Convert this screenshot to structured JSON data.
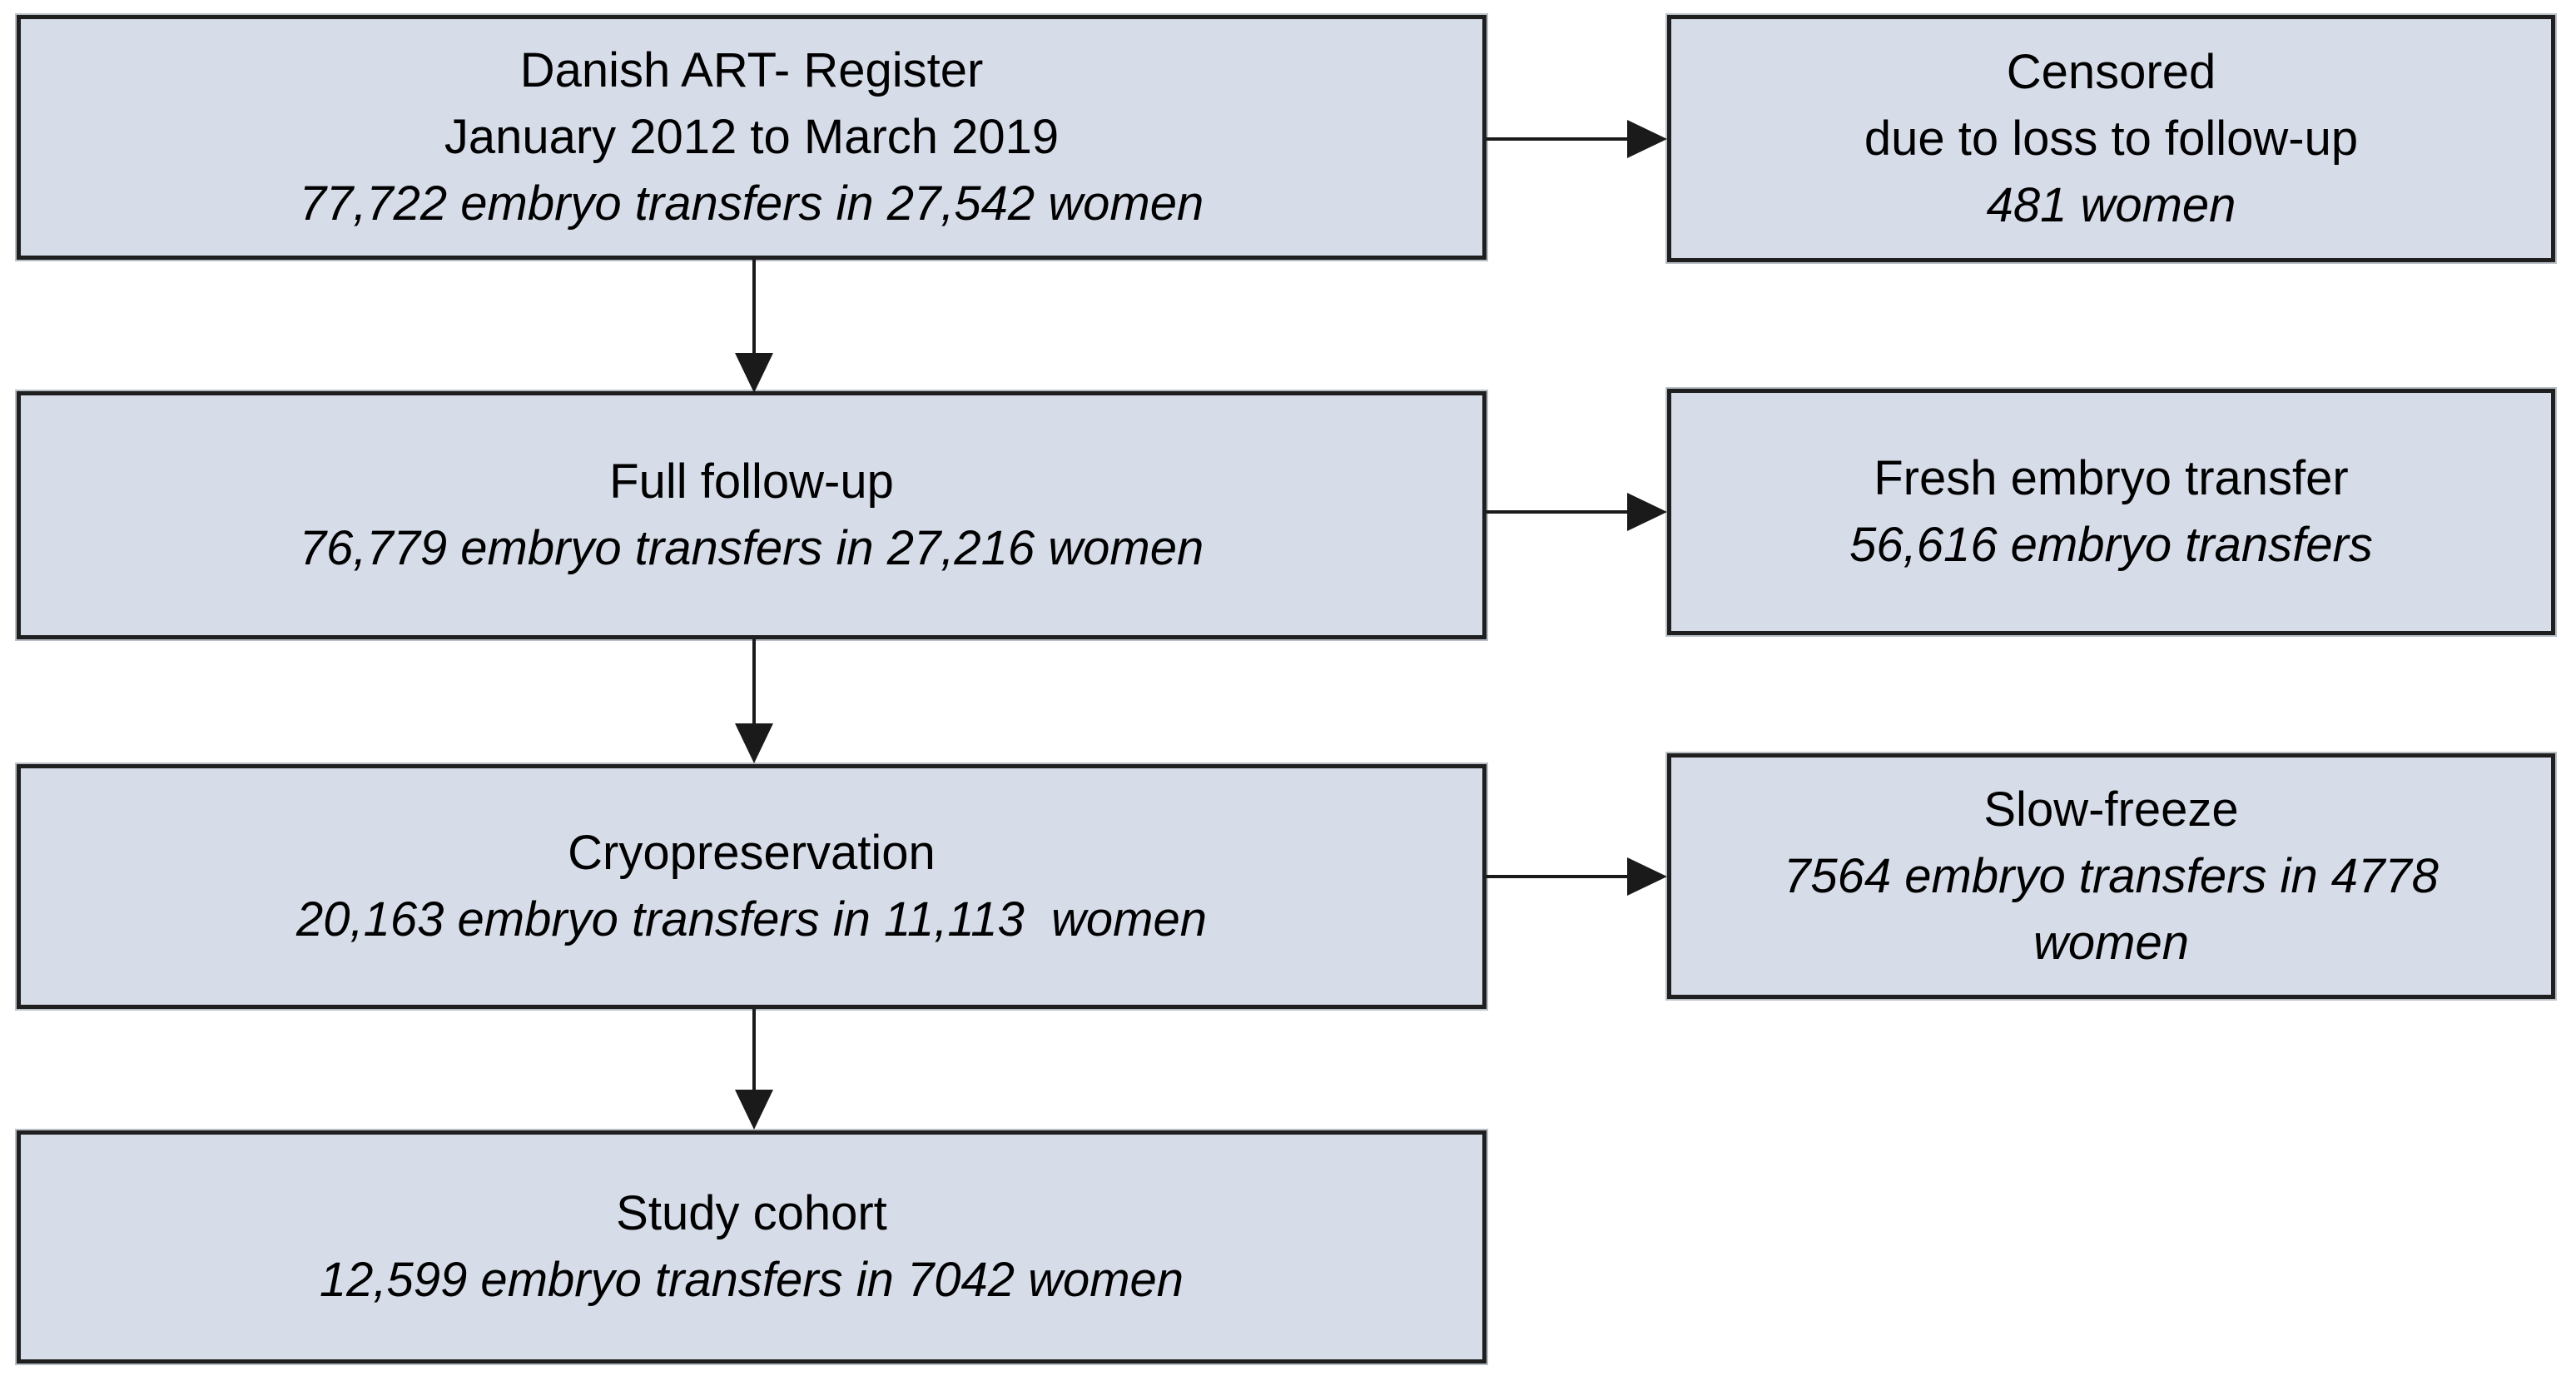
{
  "colors": {
    "box_fill": "#d6dce8",
    "box_border": "#1f1f1f",
    "arrow": "#1a1a1a",
    "text": "#000000",
    "background": "#ffffff"
  },
  "diagram": {
    "type": "cohort-flowchart",
    "boxes": {
      "register": {
        "lines": [
          {
            "text": "Danish ART- Register",
            "style": "regular"
          },
          {
            "text": "January 2012 to March 2019",
            "style": "regular"
          },
          {
            "text": "77,722 embryo transfers in 27,542 women",
            "style": "italic"
          }
        ]
      },
      "censored": {
        "lines": [
          {
            "text": "Censored",
            "style": "regular"
          },
          {
            "text": "due to loss to follow-up",
            "style": "regular"
          },
          {
            "text": "481 women",
            "style": "italic"
          }
        ]
      },
      "full_followup": {
        "lines": [
          {
            "text": "Full follow-up",
            "style": "regular"
          },
          {
            "text": "76,779 embryo transfers in 27,216 women",
            "style": "italic"
          }
        ]
      },
      "fresh": {
        "lines": [
          {
            "text": "Fresh embryo transfer",
            "style": "regular"
          },
          {
            "text": "56,616 embryo transfers",
            "style": "italic"
          }
        ]
      },
      "cryo": {
        "lines": [
          {
            "text": "Cryopreservation",
            "style": "regular"
          },
          {
            "text": "20,163 embryo transfers in 11,113  women",
            "style": "italic"
          }
        ]
      },
      "slow_freeze": {
        "lines": [
          {
            "text": "Slow-freeze",
            "style": "regular"
          },
          {
            "text": "7564 embryo transfers in 4778 women",
            "style": "italic"
          }
        ]
      },
      "study_cohort": {
        "lines": [
          {
            "text": "Study cohort",
            "style": "regular"
          },
          {
            "text": "12,599 embryo transfers in 7042 women",
            "style": "italic"
          }
        ]
      }
    },
    "edges": [
      {
        "from": "register",
        "to": "full_followup",
        "direction": "down"
      },
      {
        "from": "register",
        "to": "censored",
        "direction": "right"
      },
      {
        "from": "full_followup",
        "to": "cryo",
        "direction": "down"
      },
      {
        "from": "full_followup",
        "to": "fresh",
        "direction": "right"
      },
      {
        "from": "cryo",
        "to": "study_cohort",
        "direction": "down"
      },
      {
        "from": "cryo",
        "to": "slow_freeze",
        "direction": "right"
      }
    ]
  }
}
